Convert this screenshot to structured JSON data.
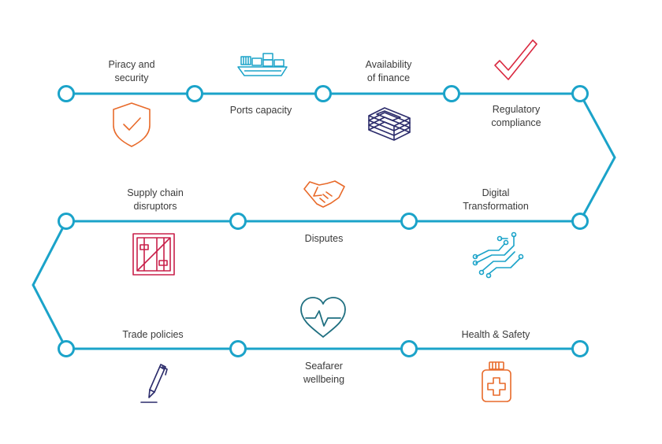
{
  "colors": {
    "path": "#1ba3c9",
    "node_fill": "#ffffff",
    "text": "#3a3a3a",
    "orange": "#e86a2a",
    "navy": "#2b2b6b",
    "crimson": "#c8204a",
    "red_check": "#d9283f",
    "teal_dark": "#1f6f80",
    "cyan": "#1ba3c9"
  },
  "labels": {
    "piracy": "Piracy and\nsecurity",
    "ports": "Ports capacity",
    "finance": "Availability\nof finance",
    "regulatory": "Regulatory\ncompliance",
    "supply": "Supply chain\ndisruptors",
    "disputes": "Disputes",
    "digital": "Digital\nTransformation",
    "trade": "Trade policies",
    "seafarer": "Seafarer\nwellbeing",
    "health": "Health & Safety"
  },
  "icons": {
    "piracy": "shield-check-icon",
    "ports": "cargo-ship-icon",
    "finance": "money-stack-icon",
    "regulatory": "checkmark-icon",
    "supply": "shipping-crate-icon",
    "disputes": "handshake-icon",
    "digital": "circuit-icon",
    "trade": "pen-icon",
    "seafarer": "heart-rate-icon",
    "health": "medicine-bottle-icon"
  }
}
